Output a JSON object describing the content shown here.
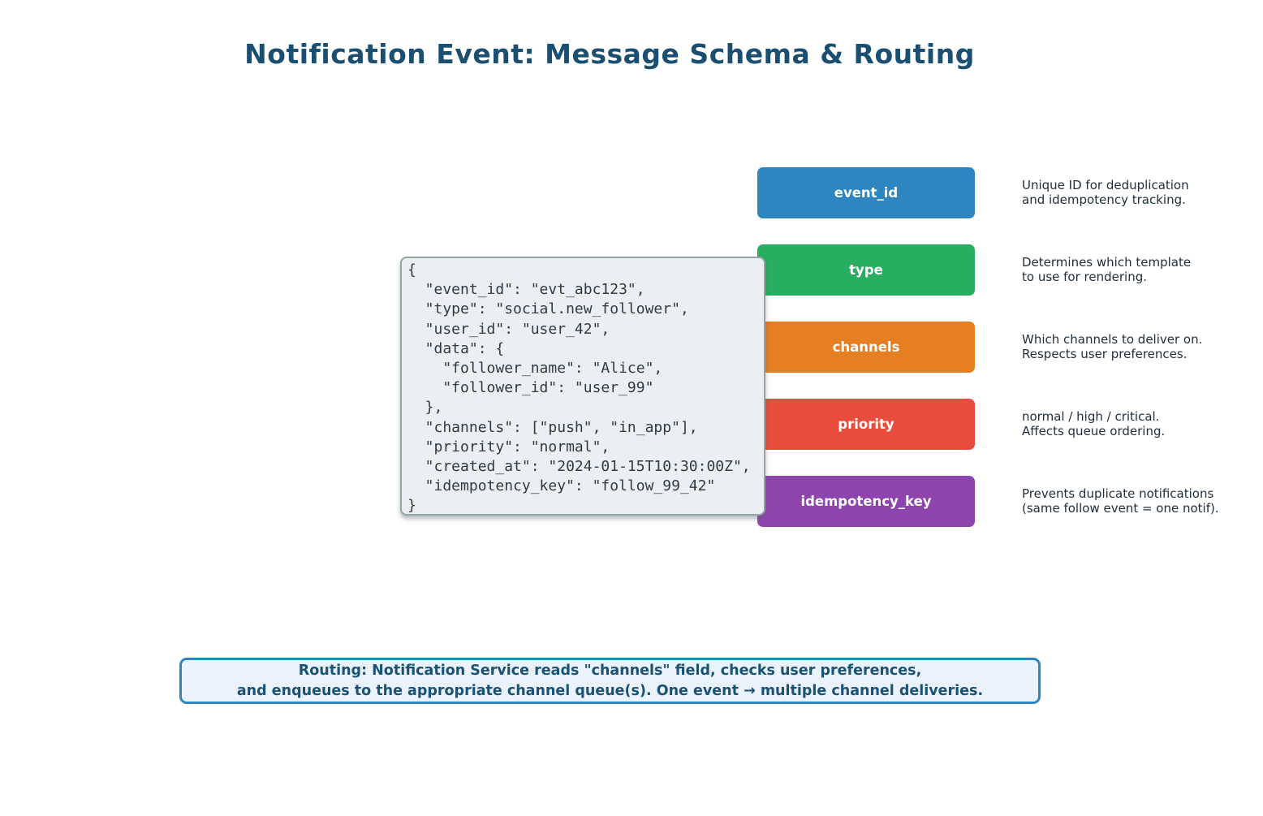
{
  "header": {
    "title": "Notification Event: Message Schema & Routing"
  },
  "code_panel": {
    "language": "json",
    "content": "{\n  \"event_id\": \"evt_abc123\",\n  \"type\": \"social.new_follower\",\n  \"user_id\": \"user_42\",\n  \"data\": {\n    \"follower_name\": \"Alice\",\n    \"follower_id\": \"user_99\"\n  },\n  \"channels\": [\"push\", \"in_app\"],\n  \"priority\": \"normal\",\n  \"created_at\": \"2024-01-15T10:30:00Z\",\n  \"idempotency_key\": \"follow_99_42\"\n}"
  },
  "fields": [
    {
      "name": "event_id",
      "color": "#2E86C1",
      "desc_line1": "Unique ID for deduplication",
      "desc_line2": "and idempotency tracking."
    },
    {
      "name": "type",
      "color": "#27AE60",
      "desc_line1": "Determines which template",
      "desc_line2": "to use for rendering."
    },
    {
      "name": "channels",
      "color": "#E67E22",
      "desc_line1": "Which channels to deliver on.",
      "desc_line2": "Respects user preferences."
    },
    {
      "name": "priority",
      "color": "#E74C3C",
      "desc_line1": "normal / high / critical.",
      "desc_line2": "Affects queue ordering."
    },
    {
      "name": "idempotency_key",
      "color": "#8E44AD",
      "desc_line1": "Prevents duplicate notifications",
      "desc_line2": "(same follow event = one notif)."
    }
  ],
  "routing_note": {
    "line1": "Routing: Notification Service reads \"channels\" field, checks user preferences,",
    "line2": "and enqueues to the appropriate channel queue(s). One event → multiple channel deliveries."
  },
  "colors": {
    "title_text": "#1B4F72",
    "code_panel_bg": "#ECEFF1",
    "code_panel_border": "#95A5A6",
    "code_text": "#2E3B45",
    "description_text": "#222F3A",
    "routing_bg": "#EAF2FB",
    "routing_border": "#2E86C1",
    "routing_text": "#1A5276"
  }
}
